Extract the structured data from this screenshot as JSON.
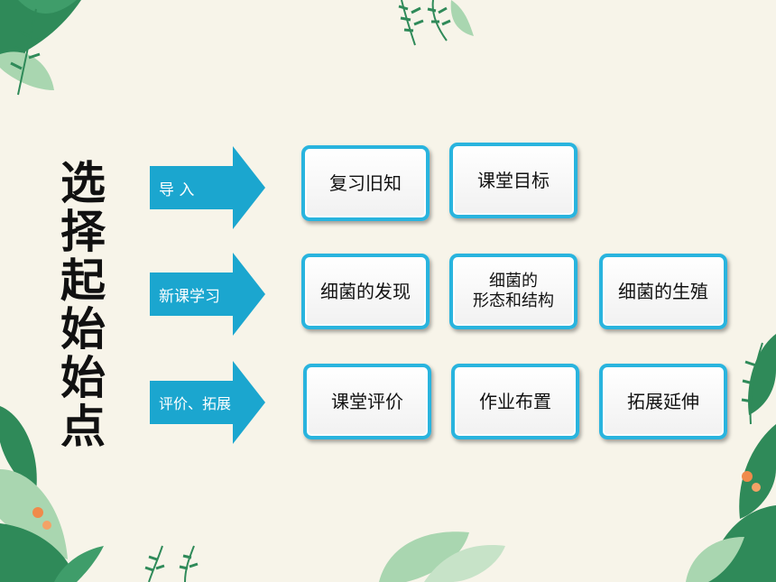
{
  "title_chars": [
    "选",
    "择",
    "起",
    "始",
    "始",
    "点"
  ],
  "arrows": [
    {
      "label": "导 入"
    },
    {
      "label": "新课学习"
    },
    {
      "label": "评价、拓展"
    }
  ],
  "rows": [
    {
      "boxes": [
        {
          "lines": [
            "复习旧知"
          ]
        },
        {
          "lines": [
            "课堂目标"
          ]
        }
      ]
    },
    {
      "boxes": [
        {
          "lines": [
            "细菌的发现"
          ]
        },
        {
          "lines": [
            "细菌的",
            "形态和结构"
          ]
        },
        {
          "lines": [
            "细菌的生殖"
          ]
        }
      ]
    },
    {
      "boxes": [
        {
          "lines": [
            "课堂评价"
          ]
        },
        {
          "lines": [
            "作业布置"
          ]
        },
        {
          "lines": [
            "拓展延伸"
          ]
        }
      ]
    }
  ],
  "colors": {
    "background": "#f7f4e9",
    "accent": "#1ba6cf",
    "box_border": "#29b4de",
    "leaf_dark": "#2f8a59",
    "leaf_light": "#a9d6b0"
  },
  "icons": [
    "leaf-cluster-top-left",
    "leaf-sprig-top",
    "leaf-cluster-right",
    "leaf-cluster-bottom-left",
    "leaf-cluster-bottom-right",
    "orange-flower-icon"
  ]
}
